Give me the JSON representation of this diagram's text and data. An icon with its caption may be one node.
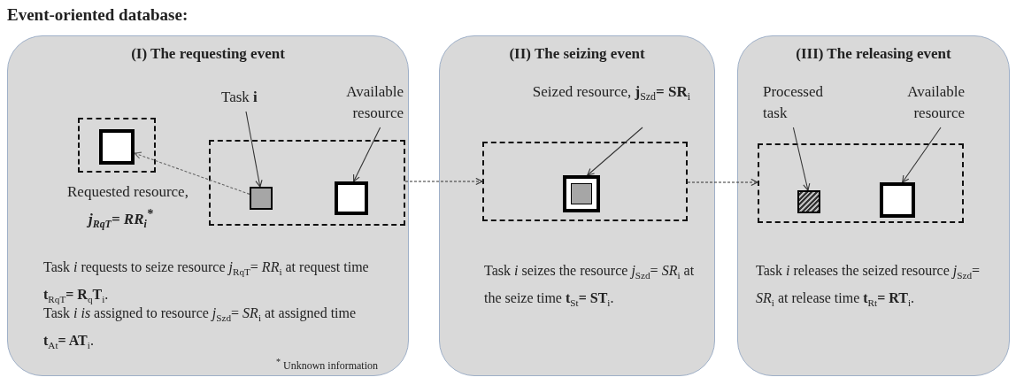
{
  "diagram": {
    "title": "Event-oriented database:",
    "nodes": [
      {
        "text": [
          "(I) The requesting event",
          "Task *i* requests to seize resource *j*$_{RqT}$= *RR*$_{i}$ at request time **t**$_{RqT}$**= R**$_{q}$**T**$_{i}$.",
          "Task *i is* assigned to resource *j*$_{Szd}$= *SR*$_{i}$ at assigned time **t**$_{At}$**= AT**$_{i}$.",
          "$^{*}$ Unknown information"
        ]
      },
      {
        "text": [],
        "shape": "box",
        "in": 0,
        "beside": [
          "Requested resource,",
          "j$_{RqT}$= RR$_{i}$$^{*}$"
        ]
      },
      {
        "text": [],
        "shape": "box",
        "in": 1
      },
      {
        "text": [],
        "shape": "box",
        "in": 0
      },
      {
        "text": [],
        "shape": "box",
        "in": 3
      },
      {
        "text": [],
        "shape": "box",
        "in": 3
      },
      {
        "text": [
          "Task **i**"
        ],
        "in": 0
      },
      {
        "text": [
          "Available resource"
        ],
        "in": 0
      },
      {
        "text": [
          "(II) The seizing event",
          "Task *i* seizes the resource *j*$_{Szd}$= *SR*$_{i}$ at the seize time **t**$_{St}$**= ST**$_{i}$."
        ]
      },
      {
        "text": [
          "Seized resource, **j**$_{Szd}$**= SR**$_{i}$"
        ],
        "in": 8
      },
      {
        "text": [],
        "shape": "box",
        "in": 8
      },
      {
        "text": [],
        "shape": "box",
        "in": 10
      },
      {
        "text": [
          "(III) The releasing event",
          "Task *i* releases the seized resource *j*$_{Szd}$= *SR*$_{i}$ at release time **t**$_{Rt}$**= RT**$_{i}$."
        ]
      },
      {
        "text": [
          "Processed task"
        ],
        "in": 12
      },
      {
        "text": [
          "Available resource"
        ],
        "in": 12
      },
      {
        "text": [],
        "shape": "box",
        "in": 12
      },
      {
        "text": [],
        "shape": "box",
        "in": 15
      },
      {
        "text": [],
        "shape": "box",
        "in": 15
      }
    ],
    "edges": [
      {
        "from": 4,
        "to": 2,
        "arrow": "to",
        "style": "dashed",
        "color": "#666666"
      },
      {
        "from": 6,
        "to": 4,
        "arrow": "to"
      },
      {
        "from": 7,
        "to": 5,
        "arrow": "to"
      },
      {
        "from": 3,
        "to": 10,
        "arrow": "to",
        "style": "dashed"
      },
      {
        "from": 9,
        "to": 11,
        "arrow": "to"
      },
      {
        "from": 10,
        "to": 15,
        "arrow": "to",
        "style": "dashed"
      },
      {
        "from": 13,
        "to": 16,
        "arrow": "to"
      },
      {
        "from": 14,
        "to": 17,
        "arrow": "to"
      }
    ]
  }
}
